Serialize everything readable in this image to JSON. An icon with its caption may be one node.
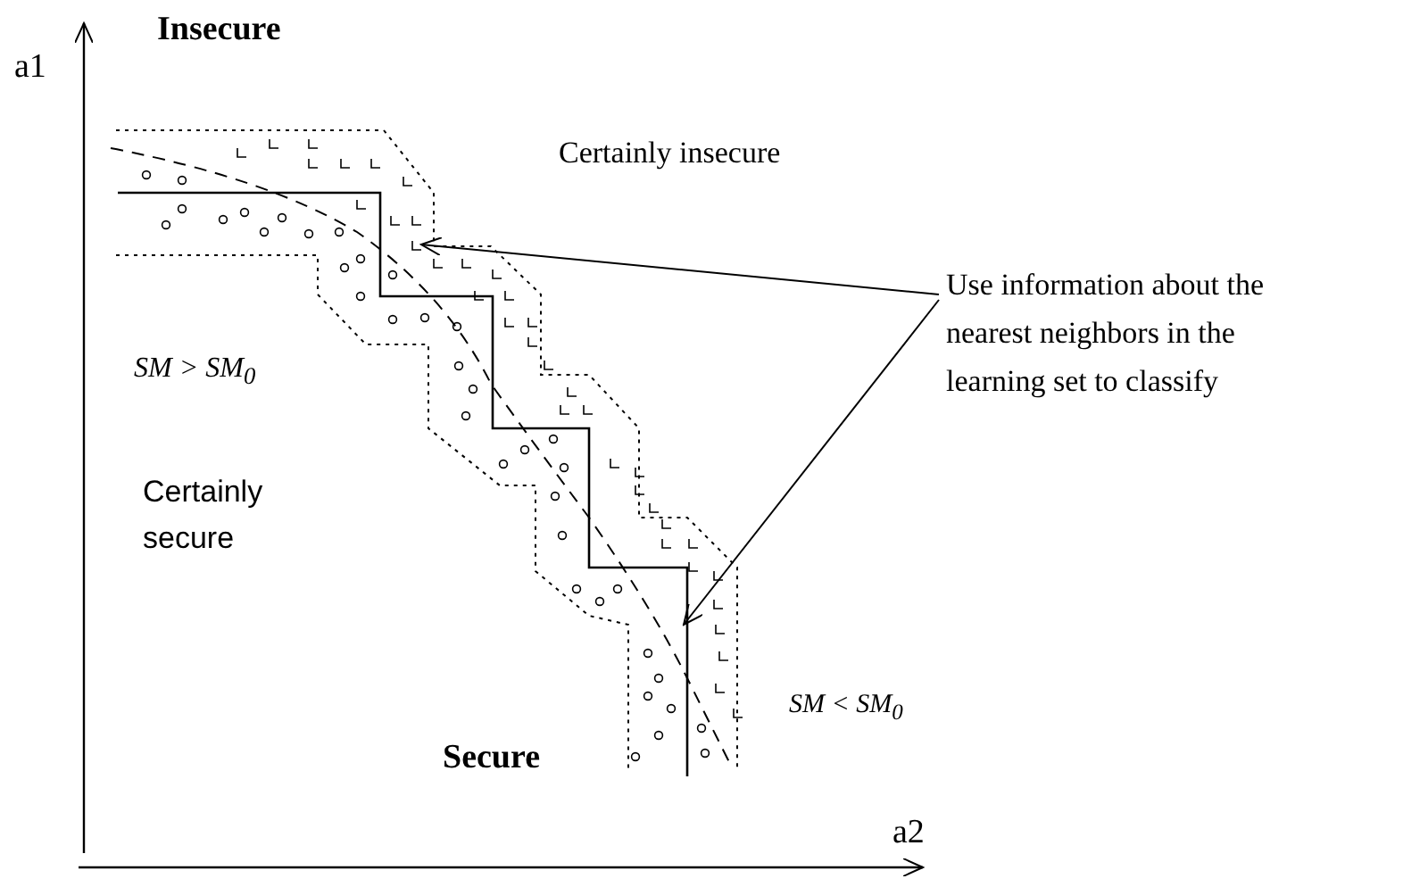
{
  "diagram": {
    "nodes": [
      {
        "text": [
          "Use information about the nearest neighbors in the learning set to classify"
        ]
      },
      {
        "text": [],
        "shape": "band"
      }
    ],
    "edges": [
      {
        "from": 0,
        "to": 1,
        "arrow": "to"
      },
      {
        "from": 0,
        "to": 1,
        "arrow": "to"
      }
    ],
    "labels": [
      "a1",
      "Insecure",
      "Certainly insecure",
      "*SM* > *SM*$_{0}$",
      "Certainly secure",
      "*SM* < *SM*$_{0}$",
      "Secure",
      "a2"
    ]
  }
}
